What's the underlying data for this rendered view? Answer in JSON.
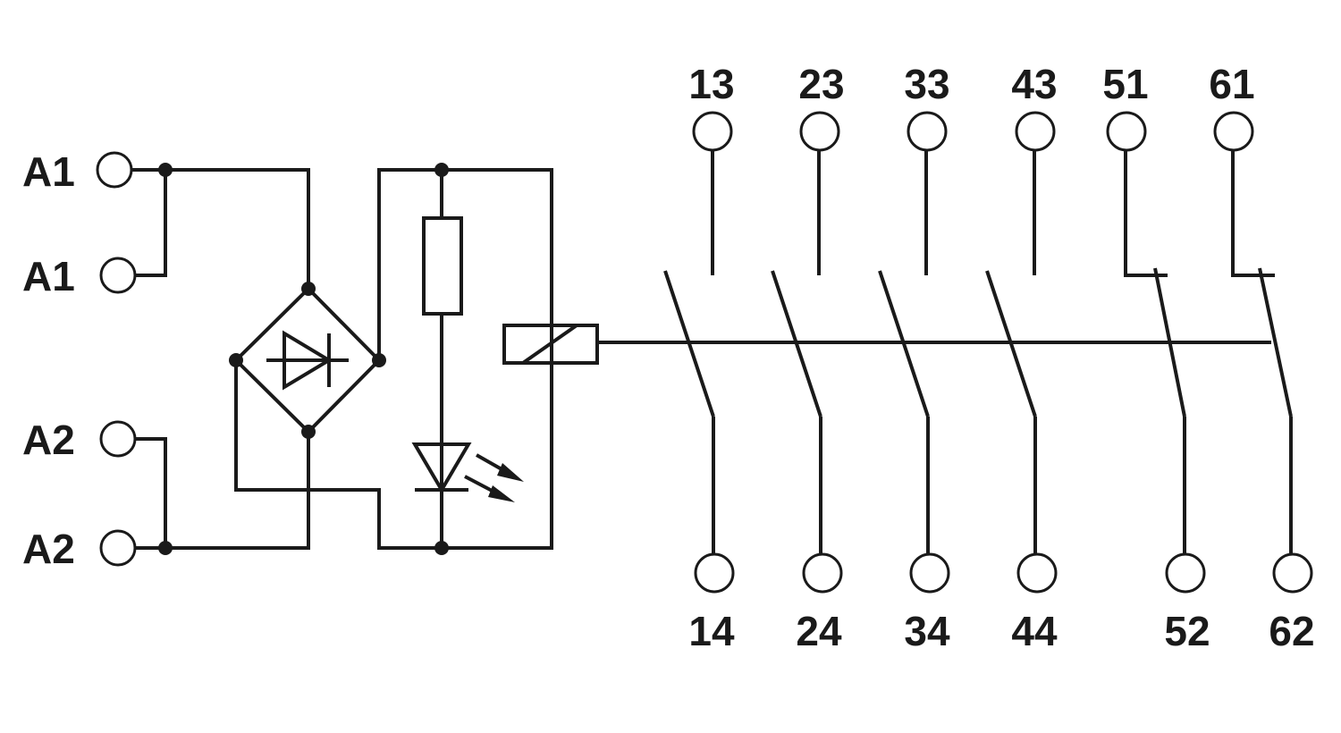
{
  "diagram": {
    "input_terminals": [
      {
        "id": "a1-top",
        "label": "A1"
      },
      {
        "id": "a1-bottom",
        "label": "A1"
      },
      {
        "id": "a2-top",
        "label": "A2"
      },
      {
        "id": "a2-bottom",
        "label": "A2"
      }
    ],
    "contacts": [
      {
        "top": "13",
        "bottom": "14",
        "kind": "normally-open"
      },
      {
        "top": "23",
        "bottom": "24",
        "kind": "normally-open"
      },
      {
        "top": "33",
        "bottom": "34",
        "kind": "normally-open"
      },
      {
        "top": "43",
        "bottom": "44",
        "kind": "normally-open"
      },
      {
        "top": "51",
        "bottom": "52",
        "kind": "normally-closed"
      },
      {
        "top": "61",
        "bottom": "62",
        "kind": "normally-closed"
      }
    ],
    "colors": {
      "line": "#1a1a1a",
      "background": "#ffffff"
    }
  }
}
